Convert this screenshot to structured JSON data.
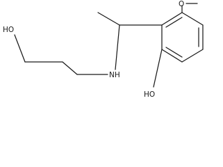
{
  "molecule": {
    "labels": {
      "methoxy_o": "O",
      "hydroxyl_phenol": "HO",
      "hydroxyl_chain": "HO",
      "amine": "NH"
    }
  },
  "colors": {
    "ink": "#1a1a1a",
    "background": "#ffffff"
  }
}
